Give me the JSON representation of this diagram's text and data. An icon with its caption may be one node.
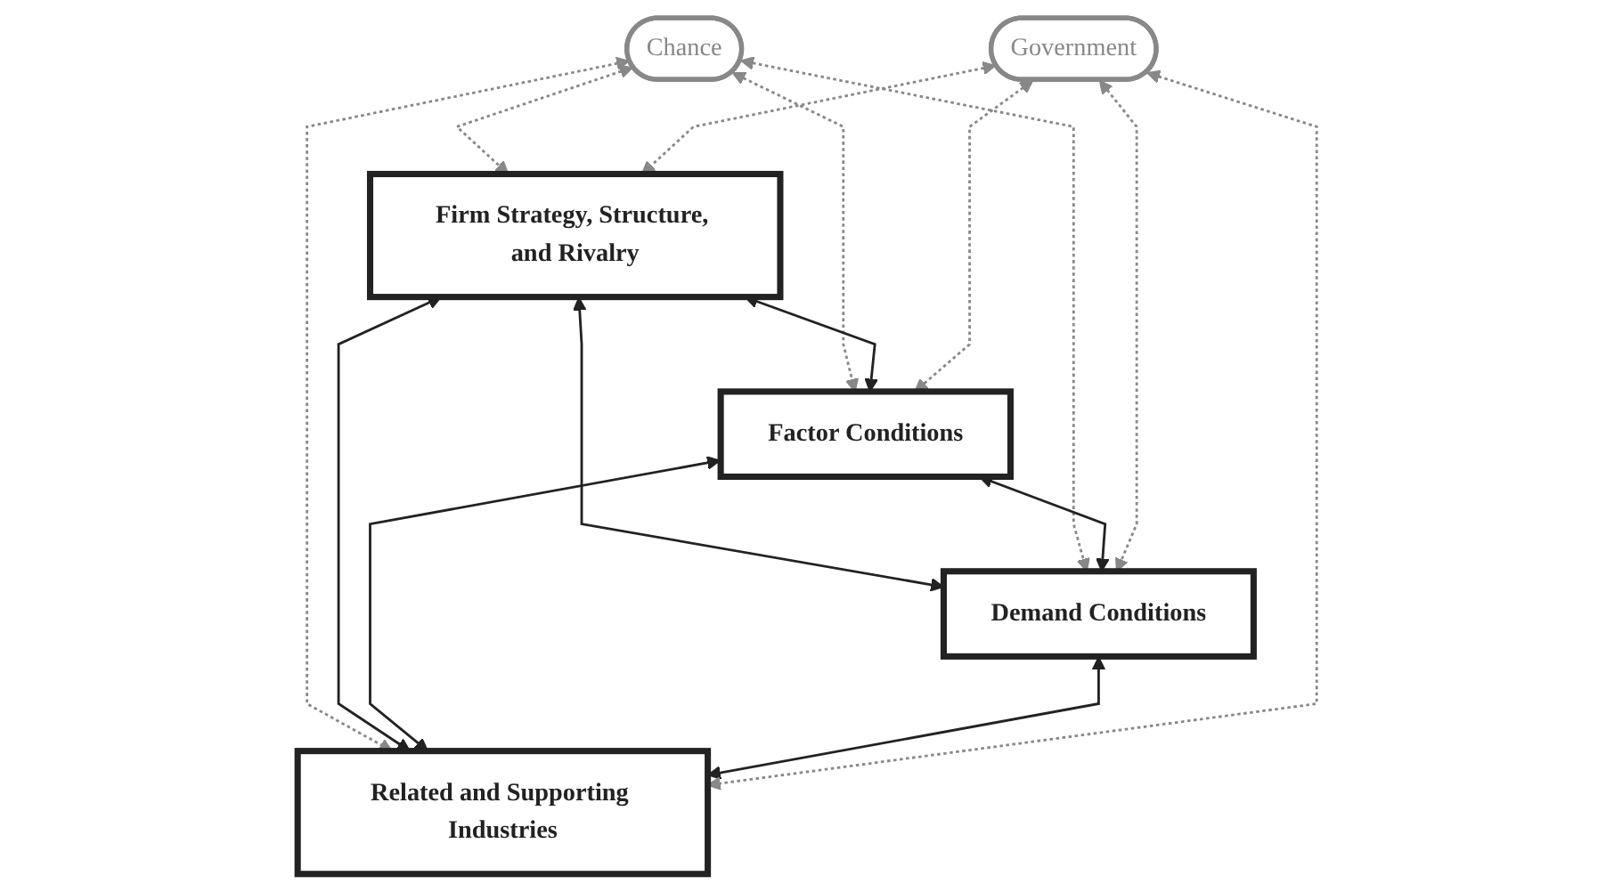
{
  "diagram": {
    "nodes": [
      {
        "text": [
          "Chance"
        ]
      },
      {
        "text": [
          "Firm Strategy, Structure, and Rivalry"
        ]
      },
      {
        "text": [
          "Factor Conditions"
        ]
      },
      {
        "text": [
          "Demand Conditions"
        ]
      },
      {
        "text": [
          "Related and Supporting Industries"
        ]
      },
      {
        "text": [
          "Government"
        ]
      }
    ],
    "edges": [
      {
        "from": 0,
        "to": 1,
        "arrow": "both",
        "style": "dashed"
      },
      {
        "from": 0,
        "to": 2,
        "arrow": "both",
        "style": "dashed"
      },
      {
        "from": 1,
        "to": 2,
        "arrow": "both",
        "color": "#222222"
      },
      {
        "from": 1,
        "to": 3,
        "arrow": "both",
        "color": "#222222"
      },
      {
        "from": 0,
        "to": 3,
        "arrow": "both",
        "style": "dashed"
      },
      {
        "from": 0,
        "to": 4,
        "arrow": "both",
        "style": "dashed"
      },
      {
        "from": 1,
        "to": 4,
        "arrow": "both",
        "color": "#222222"
      },
      {
        "from": 5,
        "to": 1,
        "arrow": "both",
        "style": "dashed"
      },
      {
        "from": 2,
        "to": 3,
        "arrow": "both",
        "color": "#222222"
      },
      {
        "from": 5,
        "to": 2,
        "arrow": "both",
        "style": "dashed"
      },
      {
        "from": 2,
        "to": 4,
        "arrow": "both",
        "color": "#222222"
      },
      {
        "from": 3,
        "to": 4,
        "arrow": "both",
        "color": "#222222"
      },
      {
        "from": 5,
        "to": 3,
        "arrow": "both",
        "style": "dashed"
      },
      {
        "from": 5,
        "to": 4,
        "arrow": "both",
        "style": "dashed"
      }
    ]
  }
}
